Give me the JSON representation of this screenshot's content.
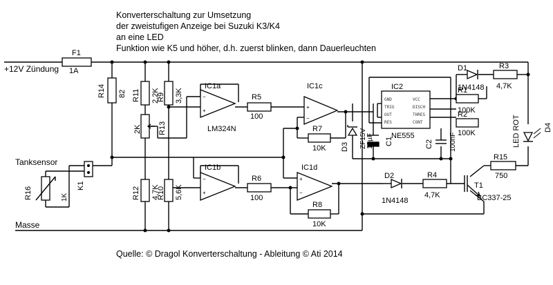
{
  "description": {
    "line1": "Konverterschaltung zur Umsetzung",
    "line2": "der zweistufigen Anzeige bei Suzuki K3/K4",
    "line3": "an eine LED",
    "line4": "Funktion wie K5 und höher, d.h. zuerst blinken, dann Dauerleuchten"
  },
  "net_labels": {
    "supply": "+12V Zündung",
    "sensor": "Tanksensor",
    "ground": "Masse"
  },
  "components": {
    "f1": {
      "ref": "F1",
      "value": "1A"
    },
    "r14": {
      "ref": "R14",
      "value": "82"
    },
    "r11": {
      "ref": "R11",
      "value": "2,2K"
    },
    "r9": {
      "ref": "R9",
      "value": "3,3K"
    },
    "r13": {
      "ref": "R13",
      "value": "2K"
    },
    "r12": {
      "ref": "R12",
      "value": "4,7K"
    },
    "r10": {
      "ref": "R10",
      "value": "5,6K"
    },
    "r16": {
      "ref": "R16",
      "value": "1K"
    },
    "k1": {
      "ref": "K1"
    },
    "ic1a": {
      "ref": "IC1a",
      "part": "LM324N"
    },
    "ic1b": {
      "ref": "IC1b"
    },
    "ic1c": {
      "ref": "IC1c"
    },
    "ic1d": {
      "ref": "IC1d"
    },
    "r5": {
      "ref": "R5",
      "value": "100"
    },
    "r6": {
      "ref": "R6",
      "value": "100"
    },
    "r7": {
      "ref": "R7",
      "value": "10K"
    },
    "r8": {
      "ref": "R8",
      "value": "10K"
    },
    "ic2": {
      "ref": "IC2",
      "part": "NE555",
      "pins_left": [
        "GND",
        "TRIG",
        "OUT",
        "RES"
      ],
      "pins_right": [
        "VCC",
        "DISCH",
        "THRES",
        "CONT"
      ]
    },
    "d1": {
      "ref": "D1",
      "value": "1N4148"
    },
    "d2": {
      "ref": "D2",
      "value": "1N4148"
    },
    "d3": {
      "ref": "D3",
      "value": "ZF15V"
    },
    "r1": {
      "ref": "R1",
      "value": "100K"
    },
    "r2": {
      "ref": "R2",
      "value": "100K"
    },
    "r3": {
      "ref": "R3",
      "value": "4,7K"
    },
    "r4": {
      "ref": "R4",
      "value": "4,7K"
    },
    "r15": {
      "ref": "R15",
      "value": "750"
    },
    "c1": {
      "ref": "C1",
      "value": "10µF"
    },
    "c2": {
      "ref": "C2",
      "value": "100nF"
    },
    "t1": {
      "ref": "T1",
      "value": "BC337-25"
    },
    "d4": {
      "ref": "D4",
      "value": "LED ROT"
    }
  },
  "footer": "Quelle: © Dragol Konverterschaltung - Ableitung © Ati 2014"
}
